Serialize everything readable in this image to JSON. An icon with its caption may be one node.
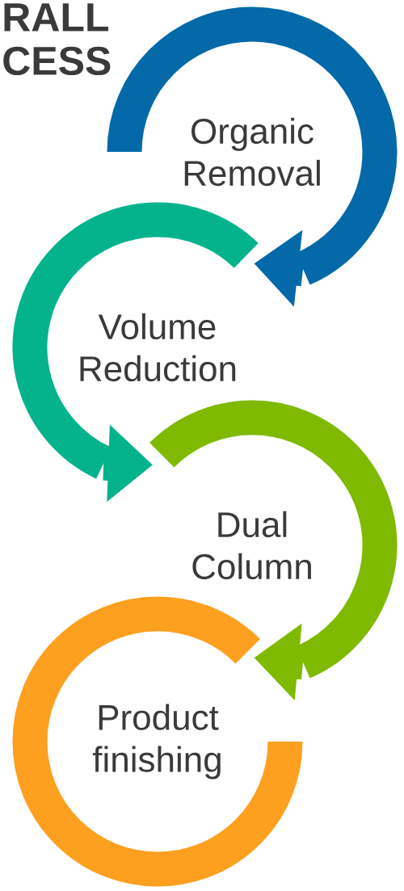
{
  "diagram": {
    "title": "RALL CESS",
    "nodes": [
      {
        "text": [
          "Organic Removal"
        ]
      },
      {
        "text": [
          "Volume Reduction"
        ]
      },
      {
        "text": [
          "Dual Column"
        ]
      },
      {
        "text": [
          "Product finishing"
        ]
      }
    ],
    "edges": [
      {
        "from": 0,
        "to": 1,
        "arrow": "to",
        "color": "#0369a8"
      },
      {
        "from": 1,
        "to": 2,
        "arrow": "to",
        "color": "#02b38c"
      },
      {
        "from": 2,
        "to": 3,
        "arrow": "to",
        "color": "#7fba00"
      }
    ]
  }
}
